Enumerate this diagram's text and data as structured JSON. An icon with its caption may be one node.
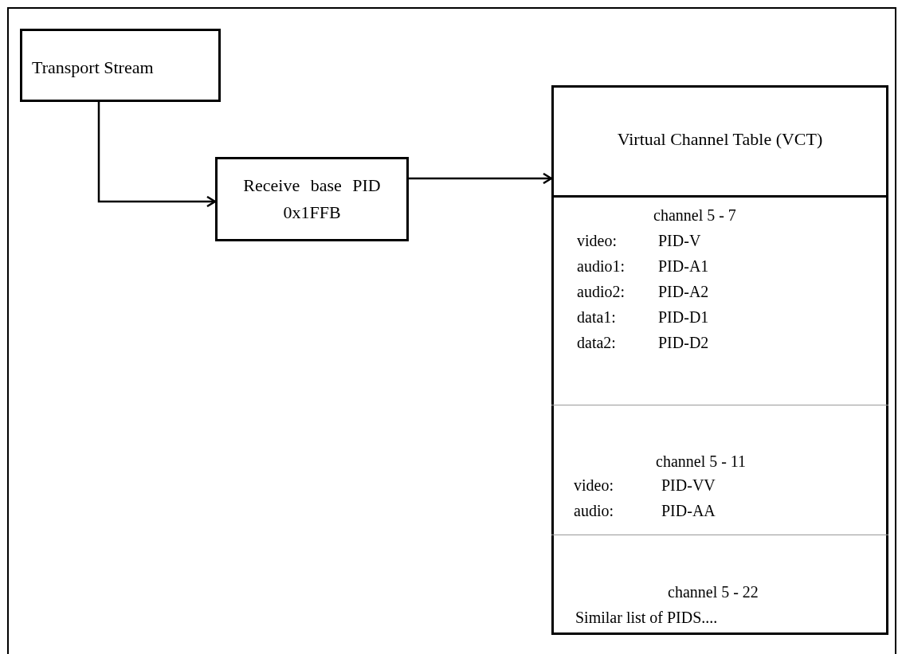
{
  "diagram": {
    "nodes": [
      {
        "text": [
          "Transport Stream"
        ]
      },
      {
        "text": [
          "Receive base PID 0x1FFB"
        ]
      },
      {
        "text": [
          "Virtual Channel Table (VCT)"
        ]
      },
      {
        "text": [
          "channel 5 - 7",
          "video:",
          "PID-V",
          "audio1:",
          "PID-A1",
          "audio2:",
          "PID-A2",
          "data1:",
          "PID-D1",
          "data2:",
          "PID-D2"
        ],
        "in": 2
      },
      {
        "text": [
          "channel 5 - 11",
          "video:",
          "PID-VV",
          "audio:",
          "PID-AA"
        ],
        "in": 2
      },
      {
        "text": [
          "channel 5 - 22",
          "Similar list of PIDS...."
        ],
        "in": 2
      }
    ],
    "edges": [
      {
        "from": 0,
        "to": 1,
        "arrow": "to"
      },
      {
        "from": 1,
        "to": 2,
        "arrow": "to"
      }
    ]
  }
}
